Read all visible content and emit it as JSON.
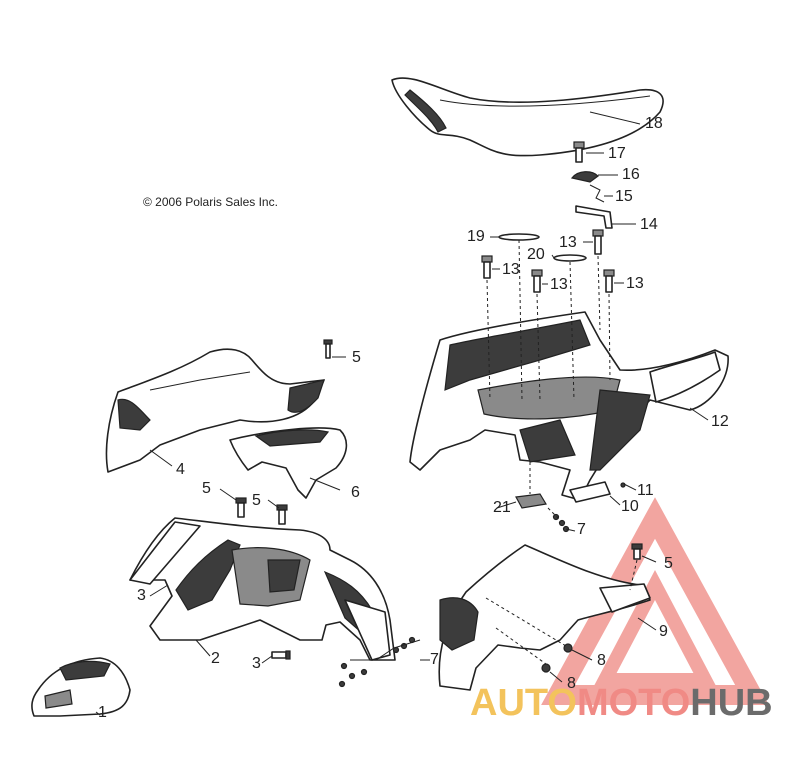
{
  "copyright": "© 2006 Polaris Sales Inc.",
  "watermark": {
    "part1": "AUTO",
    "part2": "MOTO",
    "part3": "HUB"
  },
  "callouts": {
    "c1": "1",
    "c2": "2",
    "c3a": "3",
    "c3b": "3",
    "c4": "4",
    "c5a": "5",
    "c5b": "5",
    "c5c": "5",
    "c5d": "5",
    "c6": "6",
    "c7a": "7",
    "c7b": "7",
    "c8a": "8",
    "c8b": "8",
    "c9": "9",
    "c10": "10",
    "c11": "11",
    "c12": "12",
    "c13a": "13",
    "c13b": "13",
    "c13c": "13",
    "c13d": "13",
    "c14": "14",
    "c15": "15",
    "c16": "16",
    "c17": "17",
    "c18": "18",
    "c19": "19",
    "c20": "20",
    "c21": "21"
  },
  "colors": {
    "watermark_yellow": "#f3c35c",
    "watermark_red": "#f08a85",
    "watermark_grey": "#6b6b6b"
  }
}
